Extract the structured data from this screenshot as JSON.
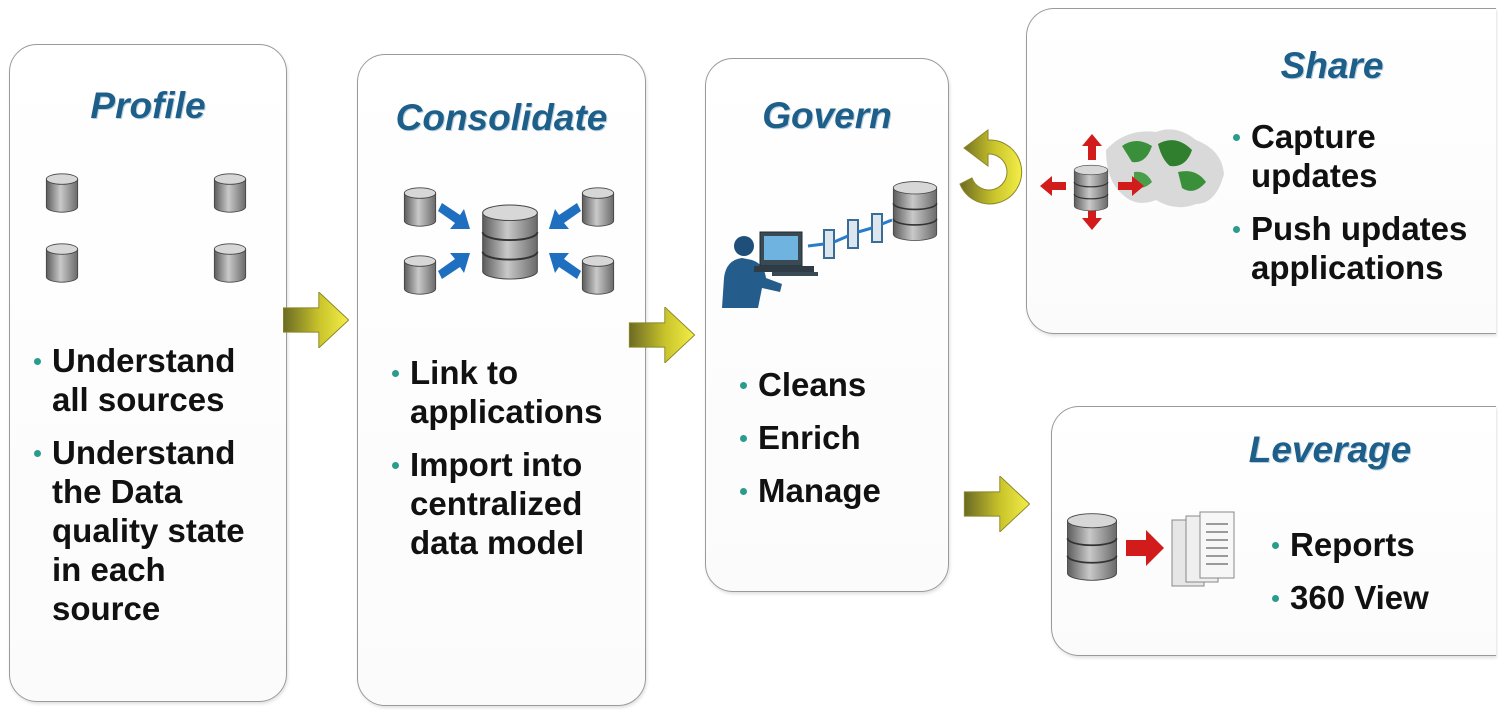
{
  "stages": {
    "profile": {
      "title": "Profile",
      "bullets": [
        "Understand all sources",
        "Understand the Data quality state in each source"
      ]
    },
    "consolidate": {
      "title": "Consolidate",
      "bullets": [
        "Link to applications",
        "Import into centralized data model"
      ]
    },
    "govern": {
      "title": "Govern",
      "bullets": [
        "Cleans",
        "Enrich",
        "Manage"
      ]
    },
    "share": {
      "title": "Share",
      "bullets": [
        "Capture updates",
        "Push updates applications"
      ]
    },
    "leverage": {
      "title": "Leverage",
      "bullets": [
        "Reports",
        "360 View"
      ]
    }
  },
  "colors": {
    "title": "#1e5f8a",
    "bullet_dot": "#2a9c8c",
    "flow_arrow": "#d9d21f",
    "db_arrow_blue": "#1f6fc0",
    "red_arrow": "#d21c1c"
  },
  "icons": [
    "database-icon",
    "flow-arrow-icon",
    "person-computer-icon",
    "cycle-arrow-icon",
    "globe-icon",
    "report-pages-icon"
  ]
}
